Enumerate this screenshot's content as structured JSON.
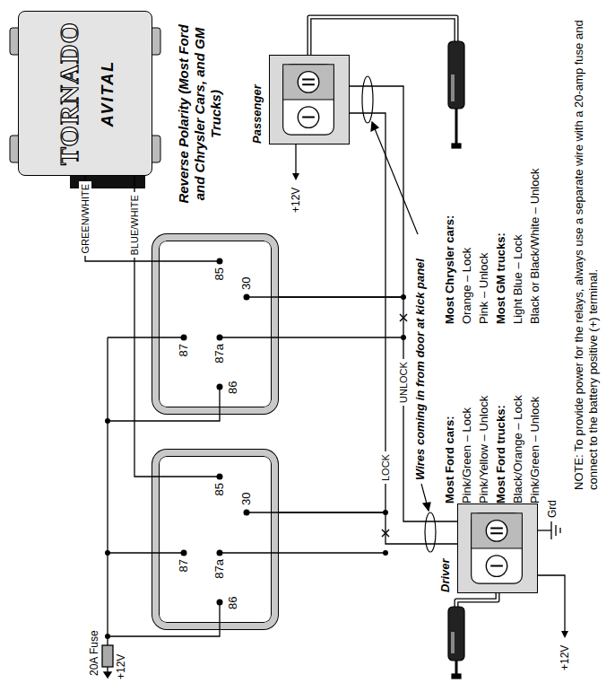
{
  "diagram": {
    "title": "Reverse Polarity (Most Ford and Chrysler Cars, and GM Trucks)",
    "nodes": [
      {
        "text": [
          "TORNADO",
          "AVITAL"
        ]
      },
      {
        "text": [
          "87",
          "87a",
          "30",
          "86",
          "85"
        ]
      },
      {
        "text": [
          "87",
          "87a",
          "30",
          "86",
          "85"
        ]
      },
      {
        "text": [
          "Passenger"
        ]
      },
      {
        "text": [
          "Driver"
        ]
      }
    ],
    "edges": [
      {
        "from": 0,
        "to": 1,
        "label": "GREEN/WHITE",
        "arrow": "none"
      },
      {
        "from": 0,
        "to": 2,
        "label": "BLUE/WHITE",
        "arrow": "none"
      },
      {
        "from": 2,
        "to": 4,
        "label": "LOCK",
        "arrow": "none"
      },
      {
        "from": 2,
        "to": 3,
        "arrow": "none"
      },
      {
        "from": 1,
        "to": 4,
        "label": "UNLOCK",
        "arrow": "none"
      },
      {
        "from": 1,
        "to": 3,
        "arrow": "none"
      }
    ],
    "labels": [
      "20A Fuse",
      "+12V",
      "+12V",
      "+12V",
      "Grd",
      "Wires coming in from door at kick panel",
      "Most Ford cars:",
      "Pink/Green – Lock",
      "Pink/Yellow – Unlock",
      "Most Ford trucks:",
      "Black/Orange – Lock",
      "Pink/Green – Unlock",
      "Most Chrysler cars:",
      "Orange – Lock",
      "Pink – Unlock",
      "Most GM trucks:",
      "Light Blue – Lock",
      "Black or Black/White – Unlock",
      "NOTE: To provide power for the relays, always use a separate wire with a 20-amp fuse and connect to the battery positive (+) terminal."
    ]
  }
}
